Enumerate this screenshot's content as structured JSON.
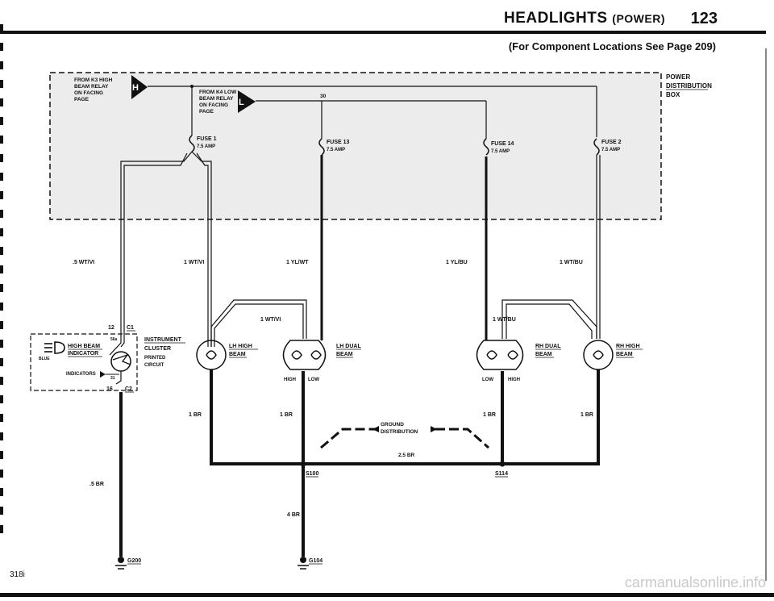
{
  "header": {
    "title_main": "HEADLIGHTS",
    "title_paren": "(POWER)",
    "page_number": "123",
    "subtitle": "(For Component Locations See Page 209)"
  },
  "footer": {
    "code": "318i",
    "watermark": "carmanualsonline.info"
  },
  "diagram": {
    "power_box": [
      "POWER",
      "DISTRIBUTION",
      "BOX"
    ],
    "relay_h": {
      "text": [
        "FROM K3 HIGH",
        "BEAM RELAY",
        "ON FACING",
        "PAGE"
      ],
      "tag": "H"
    },
    "relay_l": {
      "text": [
        "FROM K4 LOW",
        "BEAM RELAY",
        "ON FACING",
        "PAGE"
      ],
      "tag": "L"
    },
    "terminal_30": "30",
    "fuses": [
      {
        "name": "FUSE 1",
        "rating": "7.5 AMP"
      },
      {
        "name": "FUSE 13",
        "rating": "7.5 AMP"
      },
      {
        "name": "FUSE 14",
        "rating": "7.5 AMP"
      },
      {
        "name": "FUSE 2",
        "rating": "7.5 AMP"
      }
    ],
    "wires": {
      "w1": ".5 WT/VI",
      "w2": "1 WT/VI",
      "w3": "1 YL/WT",
      "w4": "1 YL/BU",
      "w5": "1 WT/BU",
      "w6": "1 WT/VI",
      "w7": "1 WT/BU",
      "gnd1": "1 BR",
      "gnd2": "1 BR",
      "gnd3": "1 BR",
      "gnd4": "1 BR",
      "gnd_main": "2.5 BR",
      "gnd_cluster": ".5 BR",
      "gnd_s100": "4 BR"
    },
    "cluster": {
      "title": [
        "INSTRUMENT",
        "CLUSTER"
      ],
      "sub": [
        "PRINTED",
        "CIRCUIT"
      ],
      "indicator": [
        "HIGH BEAM",
        "INDICATOR"
      ],
      "blue": "BLUE",
      "indicators": "INDICATORS",
      "pin_top": "12",
      "conn_top": "C1",
      "pin_56a": "56a",
      "pin_31": "31",
      "pin_bottom": "16",
      "conn_bottom": "C2"
    },
    "lamps": {
      "lh_high": [
        "LH HIGH",
        "BEAM"
      ],
      "lh_dual": [
        "LH DUAL",
        "BEAM"
      ],
      "rh_dual": [
        "RH DUAL",
        "BEAM"
      ],
      "rh_high": [
        "RH HIGH",
        "BEAM"
      ],
      "high": "HIGH",
      "low": "LOW"
    },
    "ground_dist": [
      "GROUND",
      "DISTRIBUTION"
    ],
    "splices": {
      "s100": "S100",
      "s114": "S114"
    },
    "grounds": {
      "g200": "G200",
      "g104": "G104"
    }
  }
}
